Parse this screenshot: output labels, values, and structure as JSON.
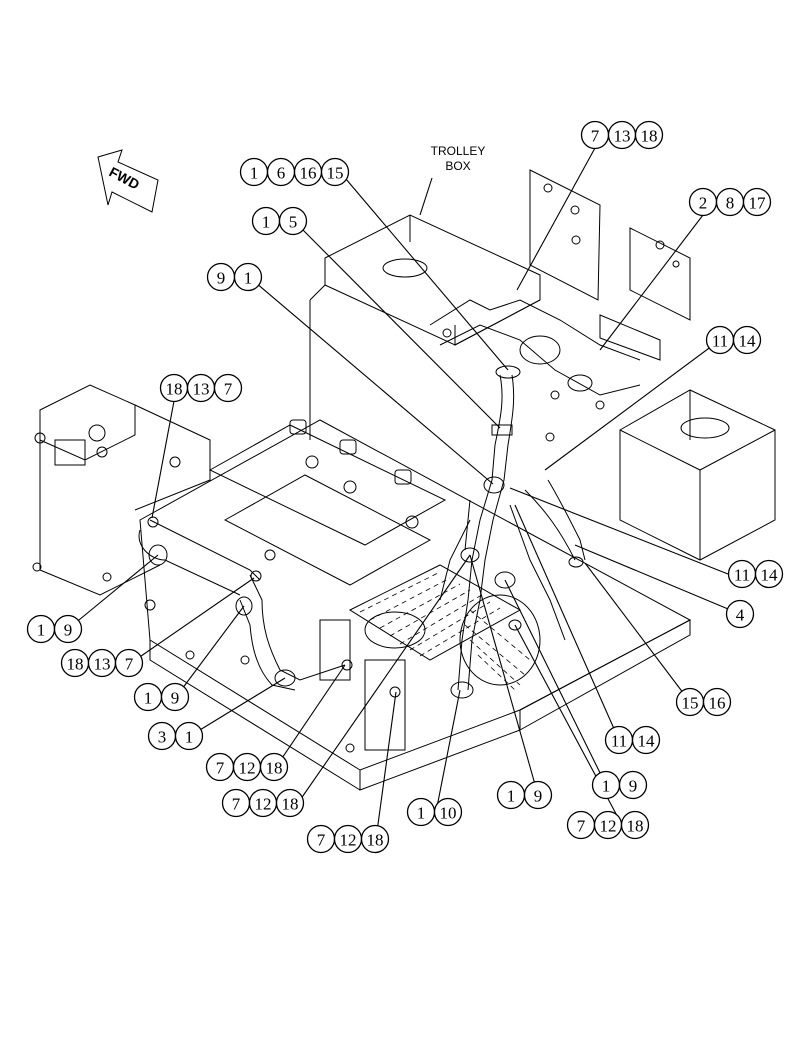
{
  "labels": {
    "trolley_box_line1": "TROLLEY",
    "trolley_box_line2": "BOX",
    "forward_arrow": "FWD"
  },
  "callouts": [
    {
      "id": "c01",
      "numbers": [
        "1",
        "6",
        "16",
        "15"
      ]
    },
    {
      "id": "c02",
      "numbers": [
        "1",
        "5"
      ]
    },
    {
      "id": "c03",
      "numbers": [
        "9",
        "1"
      ]
    },
    {
      "id": "c04",
      "numbers": [
        "7",
        "13",
        "18"
      ]
    },
    {
      "id": "c05",
      "numbers": [
        "2",
        "8",
        "17"
      ]
    },
    {
      "id": "c06",
      "numbers": [
        "11",
        "14"
      ]
    },
    {
      "id": "c07",
      "numbers": [
        "18",
        "13",
        "7"
      ]
    },
    {
      "id": "c08",
      "numbers": [
        "11",
        "14"
      ]
    },
    {
      "id": "c09",
      "numbers": [
        "4"
      ]
    },
    {
      "id": "c10",
      "numbers": [
        "1",
        "9"
      ]
    },
    {
      "id": "c11",
      "numbers": [
        "18",
        "13",
        "7"
      ]
    },
    {
      "id": "c12",
      "numbers": [
        "1",
        "9"
      ]
    },
    {
      "id": "c13",
      "numbers": [
        "15",
        "16"
      ]
    },
    {
      "id": "c14",
      "numbers": [
        "3",
        "1"
      ]
    },
    {
      "id": "c15",
      "numbers": [
        "11",
        "14"
      ]
    },
    {
      "id": "c16",
      "numbers": [
        "7",
        "12",
        "18"
      ]
    },
    {
      "id": "c17",
      "numbers": [
        "1",
        "9"
      ]
    },
    {
      "id": "c18",
      "numbers": [
        "7",
        "12",
        "18"
      ]
    },
    {
      "id": "c19",
      "numbers": [
        "1",
        "9"
      ]
    },
    {
      "id": "c20",
      "numbers": [
        "1",
        "10"
      ]
    },
    {
      "id": "c21",
      "numbers": [
        "7",
        "12",
        "18"
      ]
    },
    {
      "id": "c22",
      "numbers": [
        "7",
        "12",
        "18"
      ]
    }
  ]
}
